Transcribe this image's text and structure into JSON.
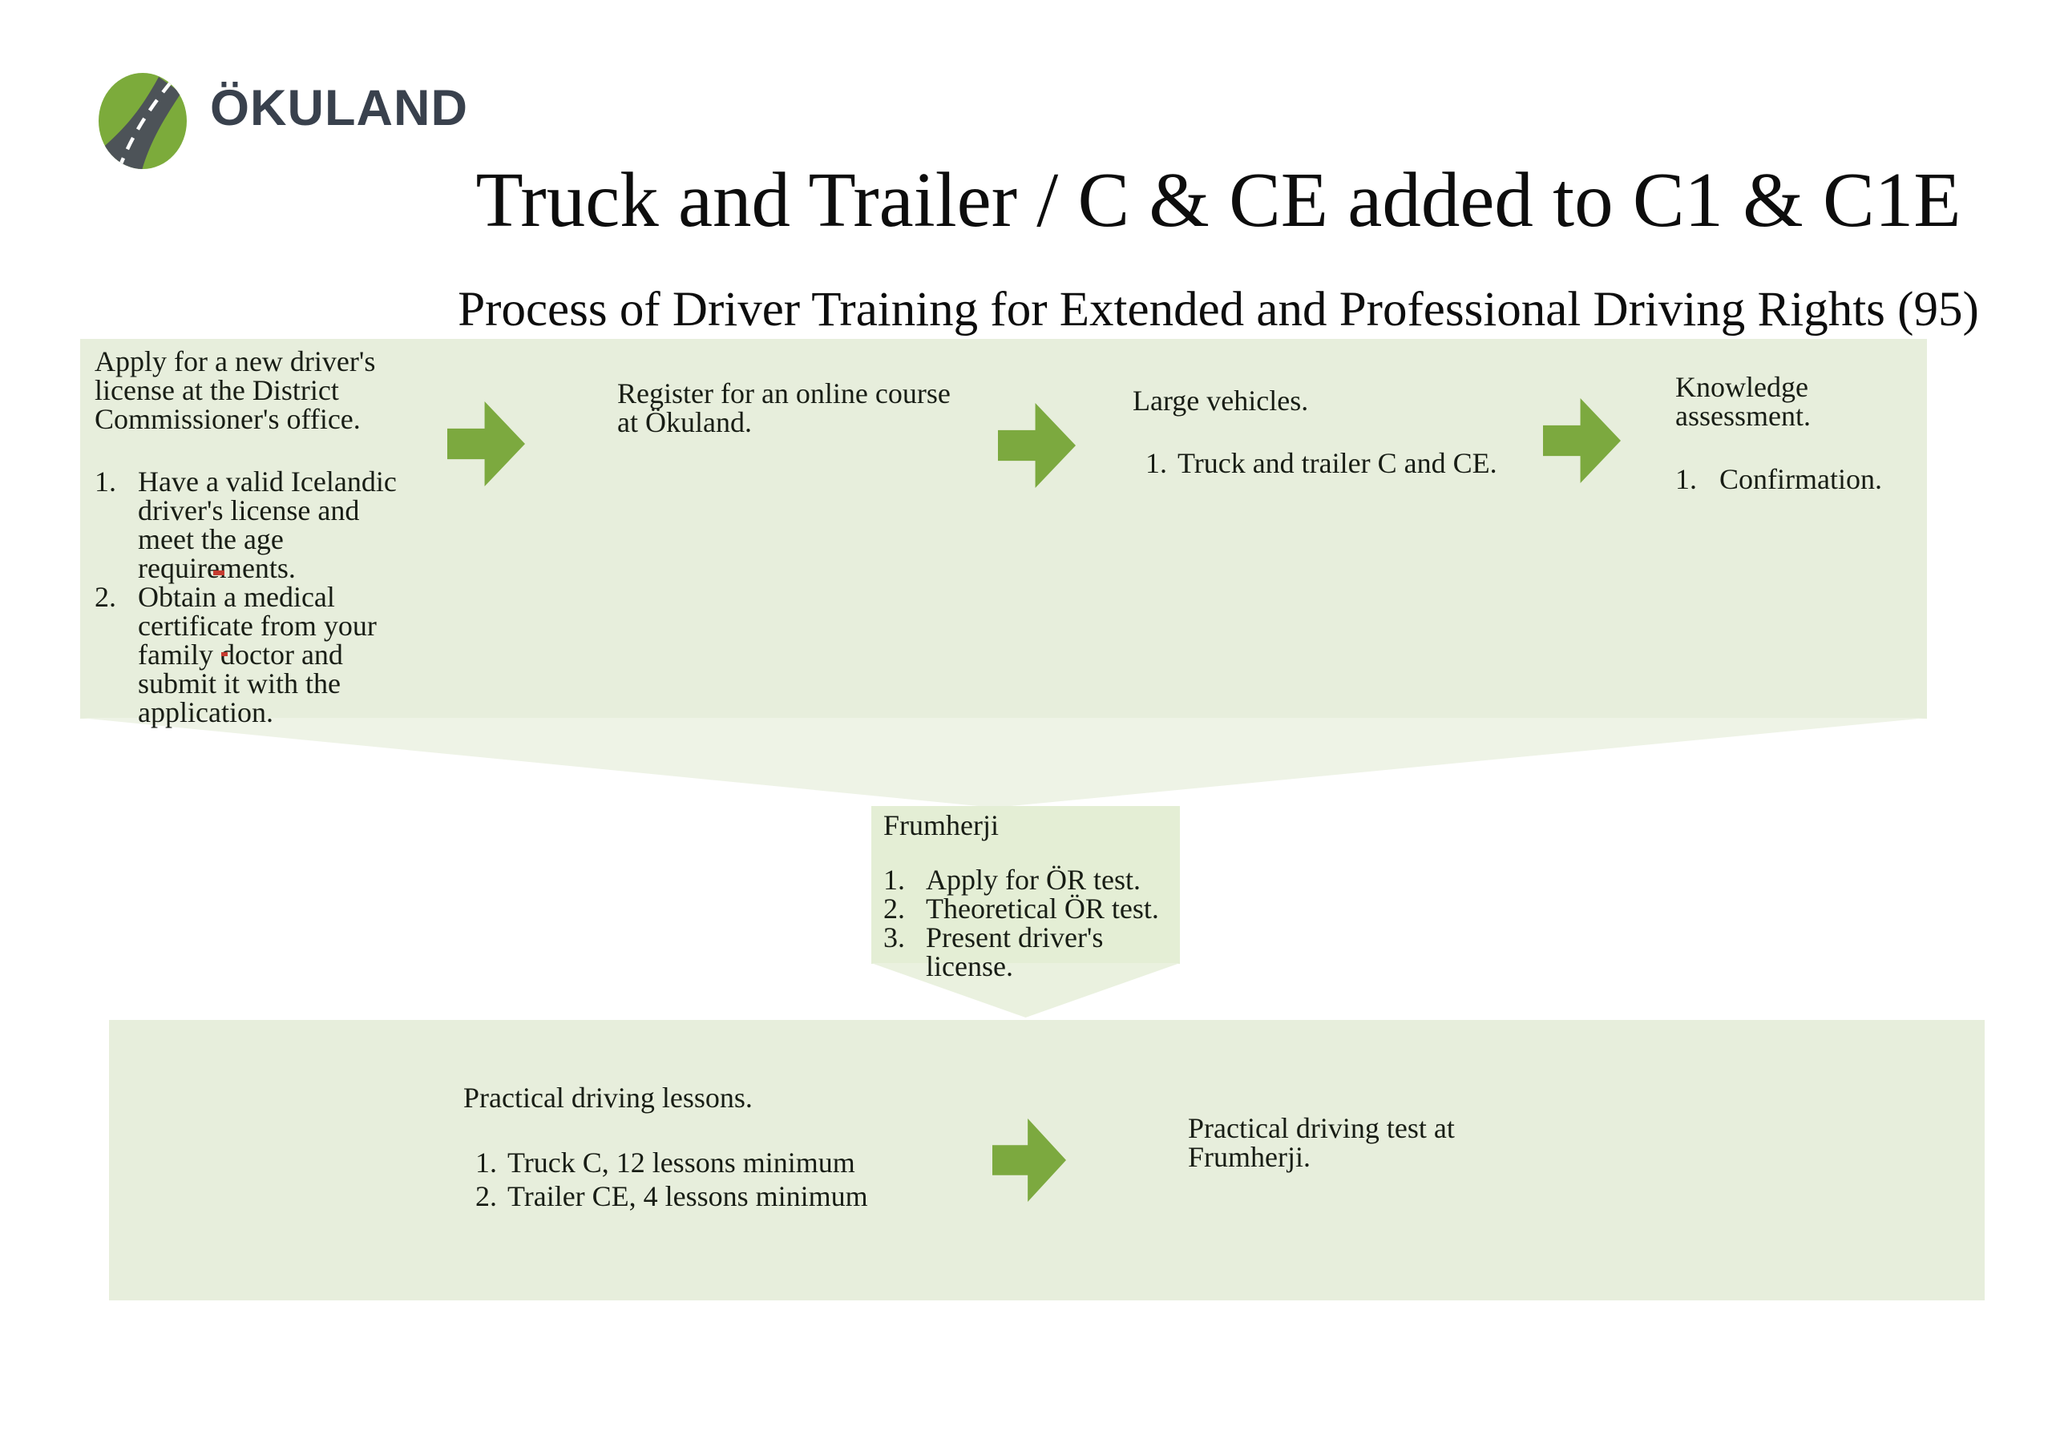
{
  "brand": {
    "name": "ÖKULAND"
  },
  "header": {
    "title": "Truck and Trailer / C & CE added to C1 & C1E",
    "subtitle": "Process of Driver Training for Extended and Professional Driving Rights (95)"
  },
  "top_flow": {
    "steps": [
      {
        "intro": "Apply for a new driver's license at the District Commissioner's office.",
        "items": [
          {
            "num": "1.",
            "text": "Have a valid Icelandic driver's license and meet the age requirements."
          },
          {
            "num": "2.",
            "text": "Obtain a medical certificate from your family doctor and submit it with the application."
          }
        ]
      },
      {
        "intro": "Register for an online course at Ökuland.",
        "items": []
      },
      {
        "intro": "Large vehicles.",
        "items": [
          {
            "num": "1.",
            "text": "Truck and trailer C and CE."
          }
        ]
      },
      {
        "intro": "Knowledge assessment.",
        "items": [
          {
            "num": "1.",
            "text": "Confirmation."
          }
        ]
      }
    ]
  },
  "middle_step": {
    "title": "Frumherji",
    "items": [
      {
        "num": "1.",
        "text": "Apply for ÖR test."
      },
      {
        "num": "2.",
        "text": "Theoretical ÖR test."
      },
      {
        "num": "3.",
        "text": "Present driver's license."
      }
    ]
  },
  "bottom_flow": {
    "lessons": {
      "intro": "Practical driving lessons.",
      "items": [
        {
          "num": "1.",
          "text": "Truck C, 12 lessons minimum"
        },
        {
          "num": "2.",
          "text": "Trailer CE, 4 lessons minimum"
        }
      ]
    },
    "test": {
      "text": "Practical driving test at Frumherji."
    }
  },
  "colors": {
    "panel_green": "#e7eedc",
    "funnel_green": "#eef3e6",
    "middle_panel_green": "#e4eed5",
    "chevron_green": "#eaf1df",
    "arrow_green": "#7ca93f",
    "logo_green": "#7cab3b",
    "logo_road_gray": "#4d5358",
    "brand_text": "#39414d",
    "body_text": "#181d15"
  }
}
